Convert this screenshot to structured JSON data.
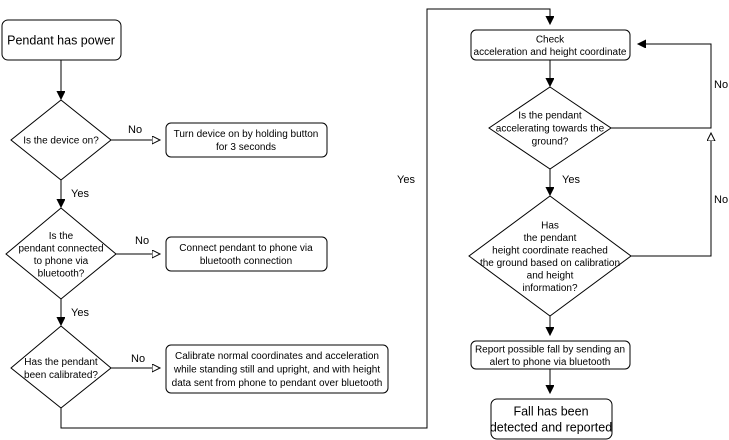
{
  "nodes": {
    "start": [
      "Pendant has power"
    ],
    "q_on": [
      "Is the device on?"
    ],
    "a_turn_on": [
      "Turn device on by holding button",
      "for 3 seconds"
    ],
    "q_connected": [
      "Is the",
      "pendant connected",
      "to phone via",
      "bluetooth?"
    ],
    "a_connect": [
      "Connect pendant to phone via",
      "bluetooth connection"
    ],
    "q_calibrated": [
      "Has the pendant",
      "been calibrated?"
    ],
    "a_calibrate": [
      "Calibrate normal coordinates and acceleration",
      "while standing still and upright, and with height",
      "data sent from phone to pendant over bluetooth"
    ],
    "check": [
      "Check",
      "acceleration and height coordinate"
    ],
    "q_accel": [
      "Is the pendant",
      "accelerating towards the",
      "ground?"
    ],
    "q_ground": [
      "Has",
      "the pendant",
      "height coordinate reached",
      "the ground based on calibration",
      "and height",
      "information?"
    ],
    "report": [
      "Report possible fall by sending an",
      "alert to phone via bluetooth"
    ],
    "end": [
      "Fall has been",
      "detected and reported"
    ]
  },
  "edge_labels": {
    "on_no": "No",
    "on_yes": "Yes",
    "connected_no": "No",
    "connected_yes": "Yes",
    "calibrated_no": "No",
    "calibrated_yes": "Yes",
    "accel_no": "No",
    "accel_yes": "Yes",
    "ground_no": "No"
  }
}
